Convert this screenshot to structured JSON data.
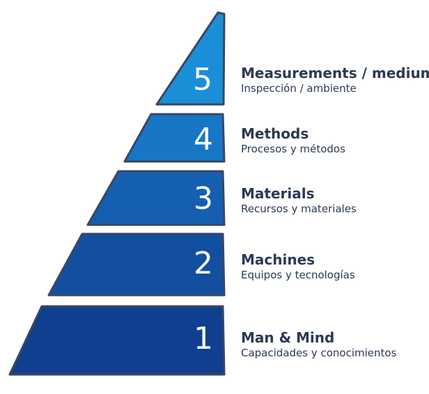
{
  "levels": [
    {
      "number": "5",
      "title": "Measurements / medium",
      "subtitle": "Inspección / ambiente",
      "color": "#1a8fd8"
    },
    {
      "number": "4",
      "title": "Methods",
      "subtitle": "Procesos y métodos",
      "color": "#1776c6"
    },
    {
      "number": "3",
      "title": "Materials",
      "subtitle": "Recursos y materiales",
      "color": "#155fb0"
    },
    {
      "number": "2",
      "title": "Machines",
      "subtitle": "Equipos y tecnologías",
      "color": "#134fa0"
    },
    {
      "number": "1",
      "title": "Man & Mind",
      "subtitle": "Capacidades y conocimientos",
      "color": "#0f3f8e"
    }
  ],
  "colors": {
    "outline": "#3a4762",
    "text": "#2b3a55"
  }
}
